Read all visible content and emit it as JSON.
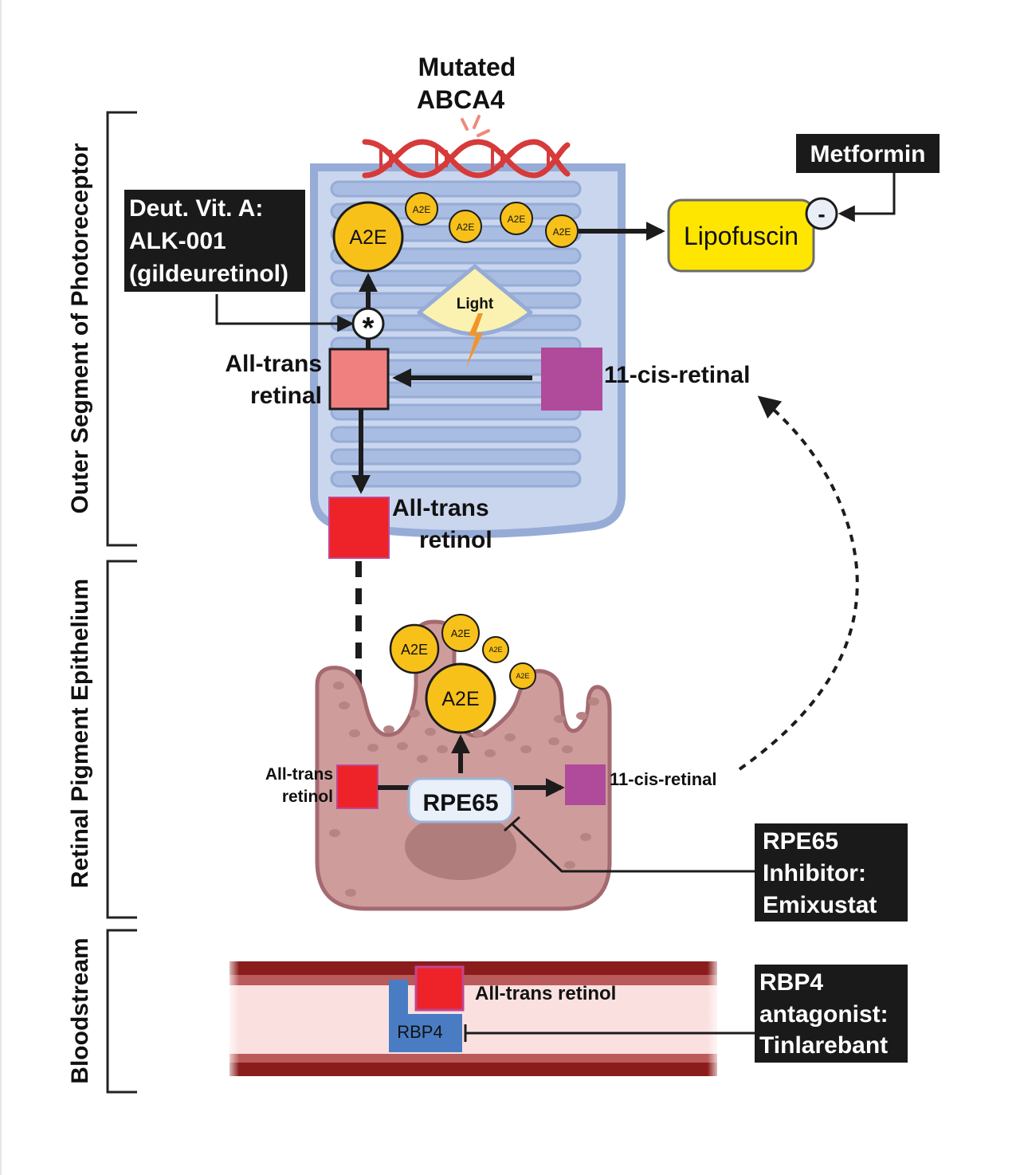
{
  "sections": {
    "outer_segment": "Outer Segment of Photoreceptor",
    "rpe": "Retinal Pigment Epithelium",
    "bloodstream": "Bloodstream"
  },
  "gene": {
    "line1": "Mutated",
    "line2": "ABCA4"
  },
  "a2e_label": "A2E",
  "light_label": "Light",
  "lipofuscin_label": "Lipofuscin",
  "inhibit_symbol": "-",
  "catalyst_symbol": "*",
  "photoreceptor": {
    "all_trans_retinal": [
      "All-trans",
      "retinal"
    ],
    "cis_retinal": "11-cis-retinal",
    "all_trans_retinol": [
      "All-trans",
      "retinol"
    ]
  },
  "rpe_cell": {
    "all_trans_retinol": [
      "All-trans",
      "retinol"
    ],
    "enzyme": "RPE65",
    "cis_retinal": "11-cis-retinal"
  },
  "blood": {
    "all_trans_retinol": "All-trans retinol",
    "carrier": "RBP4"
  },
  "drugs": {
    "deut_vit_a": [
      "Deut. Vit. A:",
      "ALK-001",
      "(gildeuretinol)"
    ],
    "metformin": [
      "Metformin"
    ],
    "emixustat": [
      "RPE65",
      "Inhibitor:",
      "Emixustat"
    ],
    "tinlarebant": [
      "RBP4",
      "antagonist:",
      "Tinlarebant"
    ]
  },
  "colors": {
    "a2e": "#f7c11a",
    "lipofuscin": "#ffe600",
    "all_trans_retinal": "#f08080",
    "all_trans_retinol": "#ee2229",
    "cis_retinal": "#b04a9b",
    "rbp4": "#4a7cc3",
    "drug_box": "#1a1a1a",
    "dna": "#d63a3a",
    "rpe_cell": "#cf9c9c"
  }
}
